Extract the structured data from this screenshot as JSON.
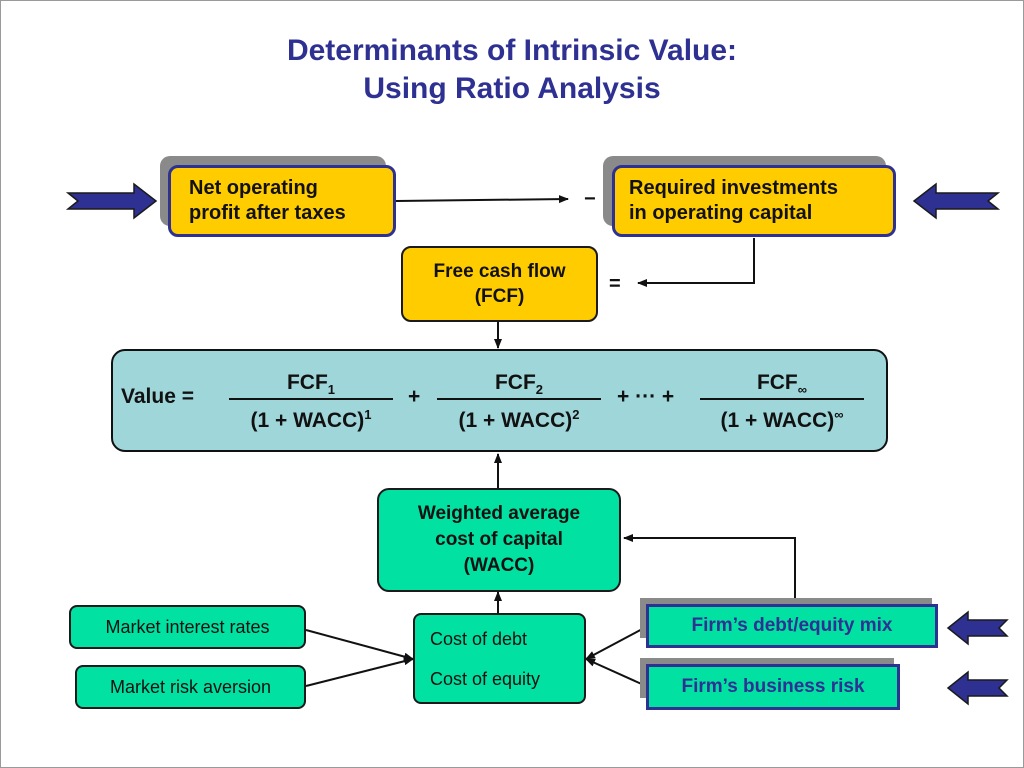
{
  "slide": {
    "title_line1": "Determinants of Intrinsic Value:",
    "title_line2": "Using Ratio Analysis"
  },
  "boxes": {
    "nopat_line1": "Net operating",
    "nopat_line2": "profit after taxes",
    "investments_line1": "Required investments",
    "investments_line2": "in operating capital",
    "fcf_line1": "Free cash flow",
    "fcf_line2": "(FCF)",
    "wacc_line1": "Weighted average",
    "wacc_line2": "cost of capital",
    "wacc_line3": "(WACC)",
    "market_rates": "Market interest rates",
    "market_risk": "Market risk aversion",
    "cost_debt": "Cost of debt",
    "cost_equity": "Cost of equity",
    "debt_equity_mix": "Firm’s debt/equity mix",
    "business_risk": "Firm’s business risk"
  },
  "operators": {
    "minus": "−",
    "equals": "="
  },
  "formula": {
    "value_label": "Value =",
    "term1_num": "FCF",
    "term1_num_sub": "1",
    "term1_den": "(1 + WACC)",
    "term1_den_sup": "1",
    "plus1": "+",
    "term2_num": "FCF",
    "term2_num_sub": "2",
    "term2_den": "(1 + WACC)",
    "term2_den_sup": "2",
    "plus_dots_plus": "+ ··· +",
    "term3_num": "FCF",
    "term3_num_sub": "∞",
    "term3_den": "(1 + WACC)",
    "term3_den_sup": "∞"
  },
  "colors": {
    "title": "#2e3192",
    "yellow_box": "#ffcc00",
    "green_box": "#00e1a2",
    "formula_box": "#9fd6da",
    "arrow_fill": "#2e3192"
  }
}
